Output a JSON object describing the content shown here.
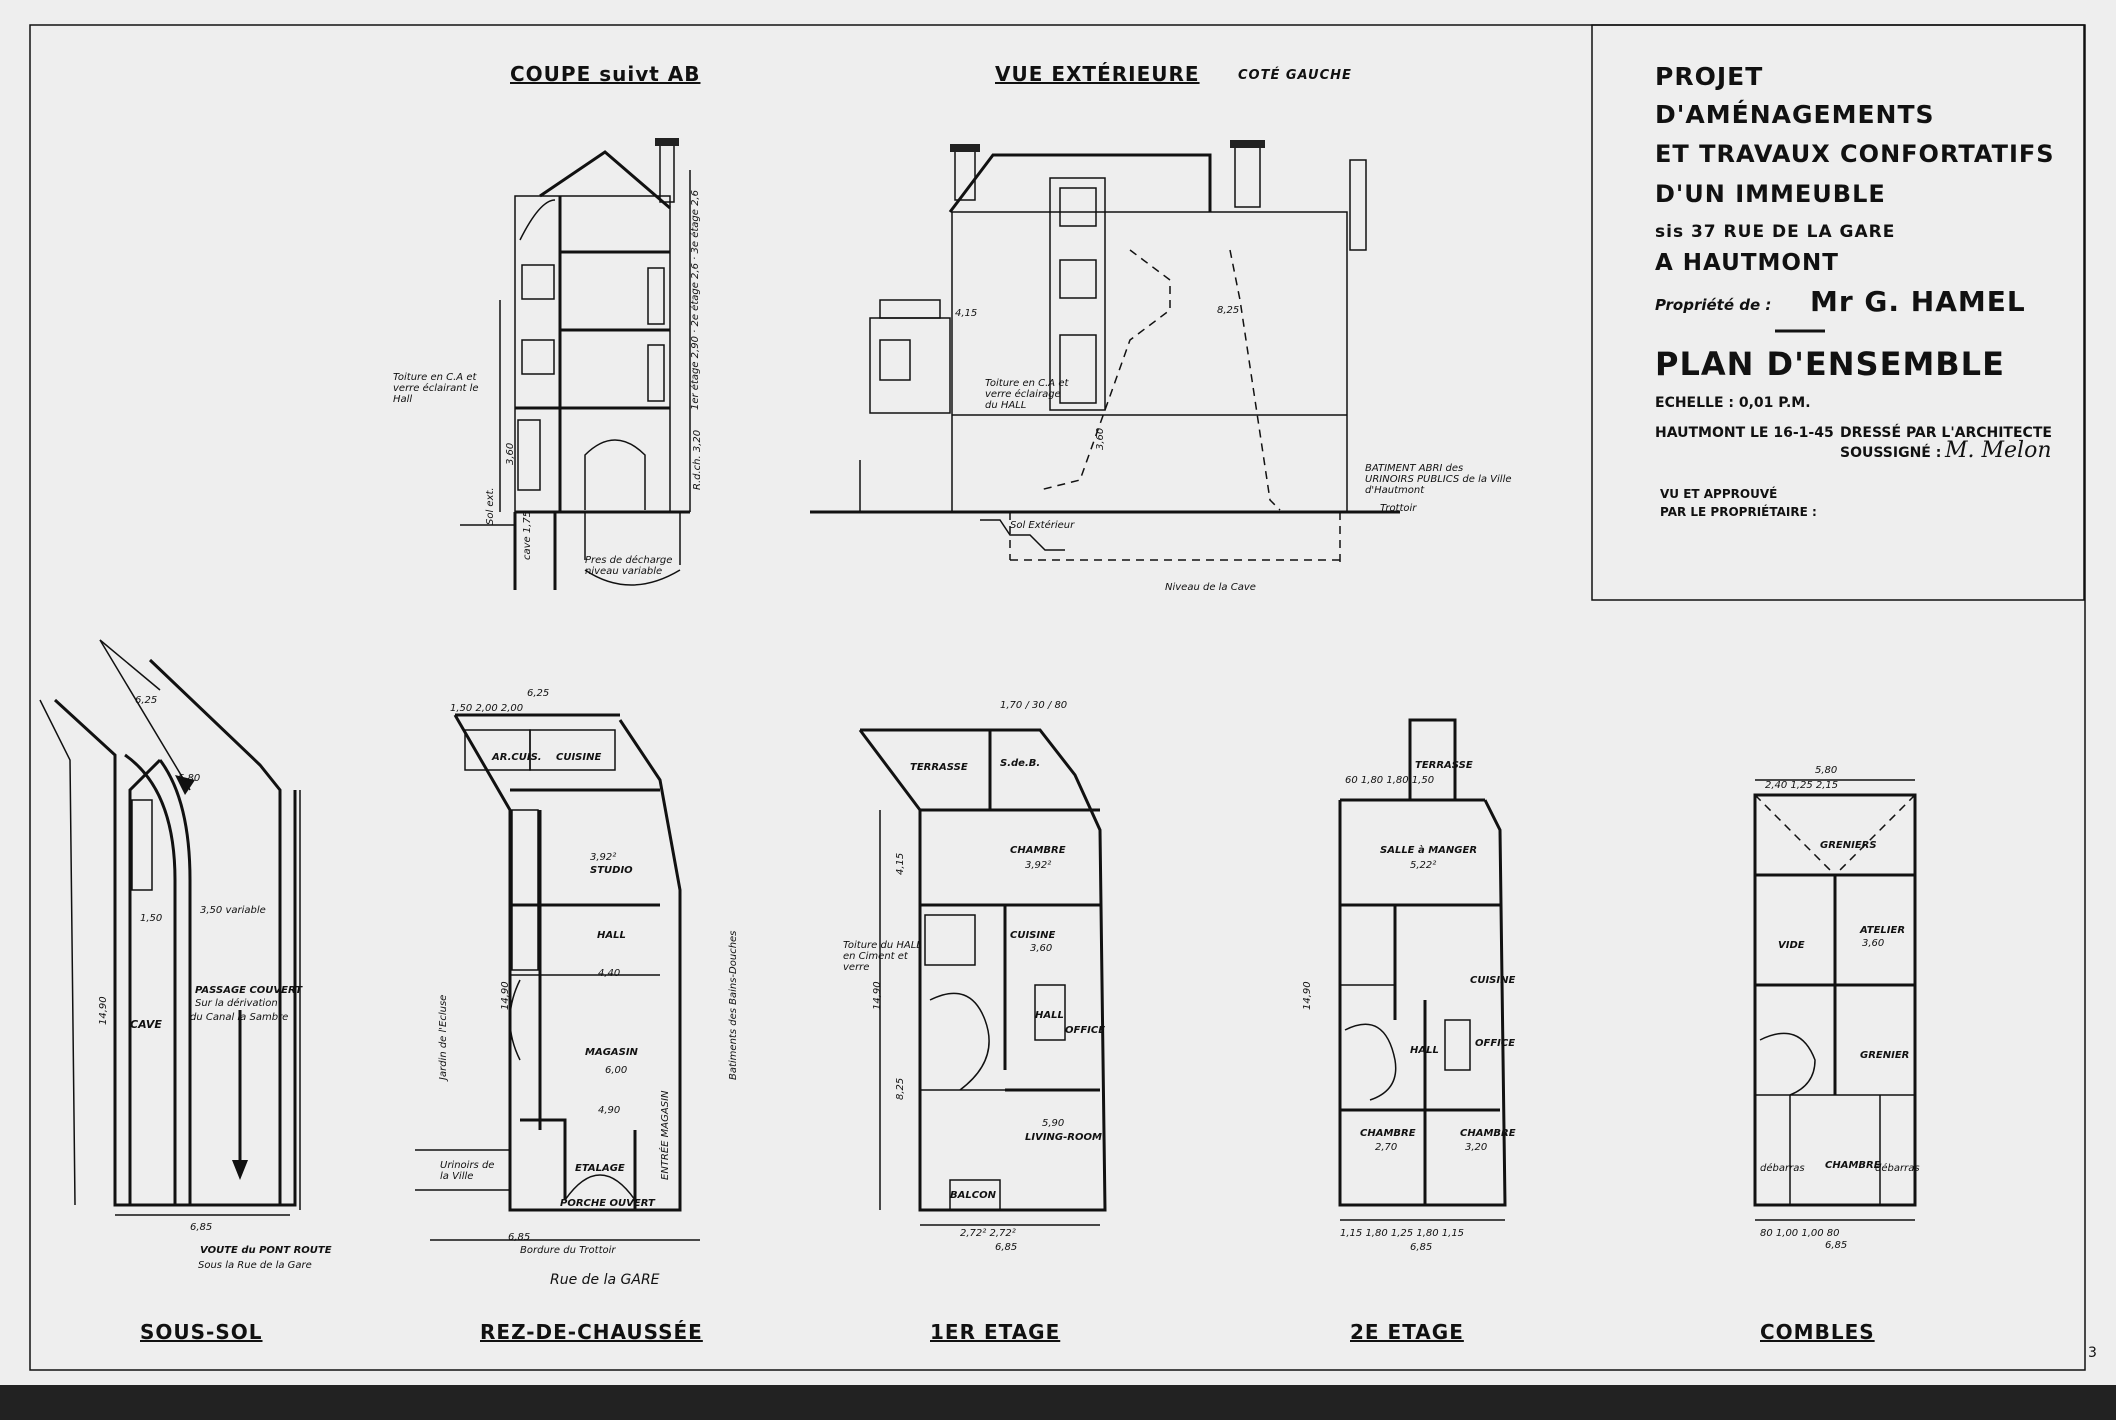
{
  "title_block": {
    "line1": "PROJET",
    "line2": "D'AMÉNAGEMENTS",
    "line3": "ET TRAVAUX CONFORTATIFS",
    "line4": "D'UN IMMEUBLE",
    "line5": "sis 37 RUE DE LA GARE",
    "line6": "A HAUTMONT",
    "owner_label": "Propriété de :",
    "owner_name": "Mr G. HAMEL",
    "plan_title": "PLAN D'ENSEMBLE",
    "scale": "ECHELLE : 0,01 P.M.",
    "place_date": "HAUTMONT LE 16-1-45",
    "architect_line1": "DRESSÉ PAR L'ARCHITECTE",
    "architect_line2": "SOUSSIGNÉ :",
    "signature": "M. Melon",
    "approved_line1": "VU ET APPROUVÉ",
    "approved_line2": "PAR LE PROPRIÉTAIRE :"
  },
  "elevation_titles": {
    "coupe": "COUPE suivt AB",
    "vue": "VUE EXTÉRIEURE",
    "vue_side": "COTÉ GAUCHE"
  },
  "section_notes": {
    "toiture_verre": "Toiture en C.A et verre éclairant le Hall",
    "etages": "1er étage 2,90 · 2e étage 2,6 · 3e étage 2,6",
    "rdc": "R.d.ch. 3,20",
    "h360": "3,60",
    "cave": "cave 1,75",
    "sol": "Sol ext.",
    "niveau": "Pres de décharge niveau variable"
  },
  "elevation_notes": {
    "toiture": "Toiture en C.A et verre éclairage du HALL",
    "batiment": "BATIMENT ABRI des URINOIRS PUBLICS de la Ville d'Hautmont",
    "trottoir": "Trottoir",
    "sol": "Sol Extérieur",
    "niveau_cave": "Niveau de la Cave",
    "dim_415": "4,15",
    "dim_825": "8,25",
    "dim_360": "3,60"
  },
  "plans": {
    "sous_sol": {
      "label": "SOUS-SOL",
      "dim_top": "6,25",
      "dim_mid": "5,80",
      "dim_bottom": "6,85",
      "dim_height": "14,90",
      "dim_15": "1,50",
      "dim_35": "3,50 variable",
      "cave": "CAVE",
      "passage": "PASSAGE COUVERT",
      "passage2": "Sur la dérivation",
      "passage3": "du Canal la Sambre",
      "voute": "VOUTE du PONT ROUTE",
      "voute2": "Sous la Rue de la Gare"
    },
    "rdc": {
      "label": "REZ-DE-CHAUSSÉE",
      "dim_top": "6,25",
      "dims_top": "1,50 2,00 2,00 ",
      "arcuis": "AR.CUIS.",
      "cuisine": "CUISINE",
      "studio": "STUDIO",
      "studio_area": "3,92²",
      "hall": "HALL",
      "magasin": "MAGASIN",
      "magasin_dim": "6,00",
      "w490": "4,90",
      "w440": "4,40",
      "etalage": "ETALAGE",
      "porche": "PORCHE OUVERT",
      "jardin": "Jardin de l'Ecluse",
      "batiments": "Batiments des Bains-Douches",
      "urinoirs": "Urinoirs de la Ville",
      "rue": "Rue de la GARE",
      "bordure": "Bordure du Trottoir",
      "dim_bottom": "6,85",
      "dim_height": "14,90",
      "entree": "ENTRÉE MAGASIN"
    },
    "etage1": {
      "label": "1ER ETAGE",
      "terrasse": "TERRASSE",
      "sdb": "S.de.B.",
      "chambre": "CHAMBRE",
      "chambre_area": "3,92²",
      "cuisine": "CUISINE",
      "cuisine_dim": "3,60",
      "hall": "HALL",
      "office": "OFFICE",
      "living": "LIVING-ROOM",
      "living_dim": "5,90",
      "balcon": "BALCON",
      "toiture": "Toiture du HALL en Ciment et verre",
      "dims_bottom": "2,72² 2,72²",
      "dim_bottom": "6,85",
      "dim_height": "14,90",
      "dim_415": "4,15",
      "dim_825": "8,25",
      "dims_top": "1,70 / 30 / 80"
    },
    "etage2": {
      "label": "2E ETAGE",
      "terrasse": "TERRASSE",
      "salle": "SALLE à MANGER",
      "salle_area": "5,22²",
      "cuisine": "CUISINE",
      "hall": "HALL",
      "office": "OFFICE",
      "chambre1": "CHAMBRE",
      "chambre1_dim": "2,70",
      "chambre2": "CHAMBRE",
      "chambre2_dim": "3,20",
      "dims_bottom": "1,15 1,80 1,25 1,80 1,15",
      "dim_bottom": "6,85",
      "dim_height": "14,90",
      "dims_top": "60 1,80 1,80 1,50"
    },
    "combles": {
      "label": "COMBLES",
      "greniers": "GRENIERS",
      "atelier": "ATELIER",
      "atelier_dim": "3,60",
      "grenier": "GRENIER",
      "vide": "VIDE",
      "chambre": "CHAMBRE",
      "debarras1": "débarras",
      "debarras2": "débarras",
      "dims_top": "2,40 1,25 2,15",
      "dim_top": "5,80",
      "dims_bottom": "80 1,00 1,00 80",
      "dim_bottom": "6,85"
    }
  },
  "sheet_number": "3"
}
